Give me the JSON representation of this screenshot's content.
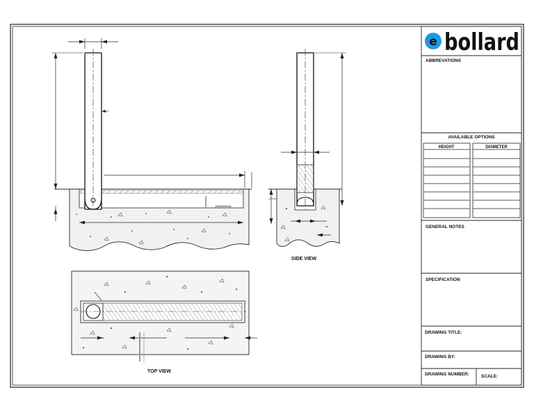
{
  "brand": {
    "letter": "e",
    "name": "bollard",
    "accent": "#1e9be0"
  },
  "title_block": {
    "abbreviations": "ABBREVATIONS",
    "available_options": "AVAILABLE OPTIONS",
    "col_height": "HEIGHT",
    "col_diameter": "DIAMETER",
    "general_notes": "GENERAL NOTES",
    "specification": "SPECIFICATION",
    "drawing_title": "DRAWING TITLE:",
    "drawing_by": "DRAWING BY:",
    "drawing_number": "DRAWING NUMBER:",
    "scale": "SCALE:"
  },
  "views": {
    "side_view": "SIDE VIEW",
    "top_view": "TOP VIEW"
  },
  "options_table": {
    "rows": 9
  }
}
